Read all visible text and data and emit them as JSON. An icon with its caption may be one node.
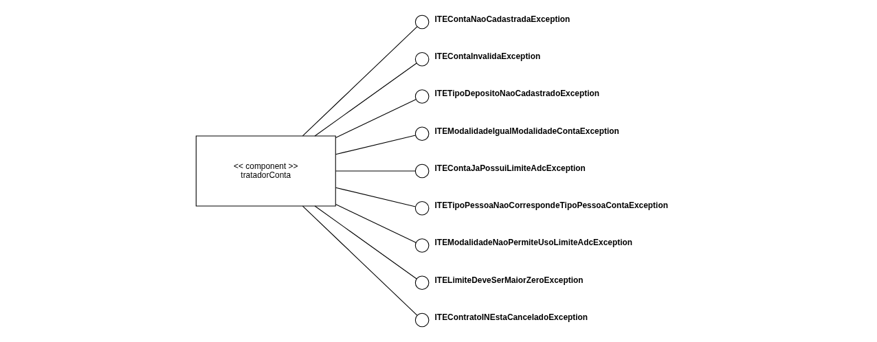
{
  "diagram": {
    "nodes": [
      {
        "text": [
          "<< component >>",
          "tratadorConta"
        ]
      },
      {
        "text": [],
        "shape": "circle",
        "beside": [
          "ITEContaNaoCadastradaException"
        ]
      },
      {
        "text": [],
        "shape": "circle",
        "beside": [
          "ITEContaInvalidaException"
        ]
      },
      {
        "text": [],
        "shape": "circle",
        "beside": [
          "ITETipoDepositoNaoCadastradoException"
        ]
      },
      {
        "text": [],
        "shape": "circle",
        "beside": [
          "ITEModalidadeIgualModalidadeContaException"
        ]
      },
      {
        "text": [],
        "shape": "circle",
        "beside": [
          "ITEContaJaPossuiLimiteAdcException"
        ]
      },
      {
        "text": [],
        "shape": "circle",
        "beside": [
          "ITETipoPessoaNaoCorrespondeTipoPessoaContaException"
        ]
      },
      {
        "text": [],
        "shape": "circle",
        "beside": [
          "ITEModalidadeNaoPermiteUsoLimiteAdcException"
        ]
      },
      {
        "text": [],
        "shape": "circle",
        "beside": [
          "ITELimiteDeveSerMaiorZeroException"
        ]
      },
      {
        "text": [],
        "shape": "circle",
        "beside": [
          "ITEContratoINEstaCanceladoException"
        ]
      }
    ],
    "edges": [
      {
        "from": 0,
        "to": 1,
        "arrow": "none"
      },
      {
        "from": 0,
        "to": 2,
        "arrow": "none"
      },
      {
        "from": 0,
        "to": 3,
        "arrow": "none"
      },
      {
        "from": 0,
        "to": 4,
        "arrow": "none"
      },
      {
        "from": 0,
        "to": 5,
        "arrow": "none"
      },
      {
        "from": 0,
        "to": 6,
        "arrow": "none"
      },
      {
        "from": 0,
        "to": 7,
        "arrow": "none"
      },
      {
        "from": 0,
        "to": 8,
        "arrow": "none"
      },
      {
        "from": 0,
        "to": 9,
        "arrow": "none"
      }
    ]
  }
}
